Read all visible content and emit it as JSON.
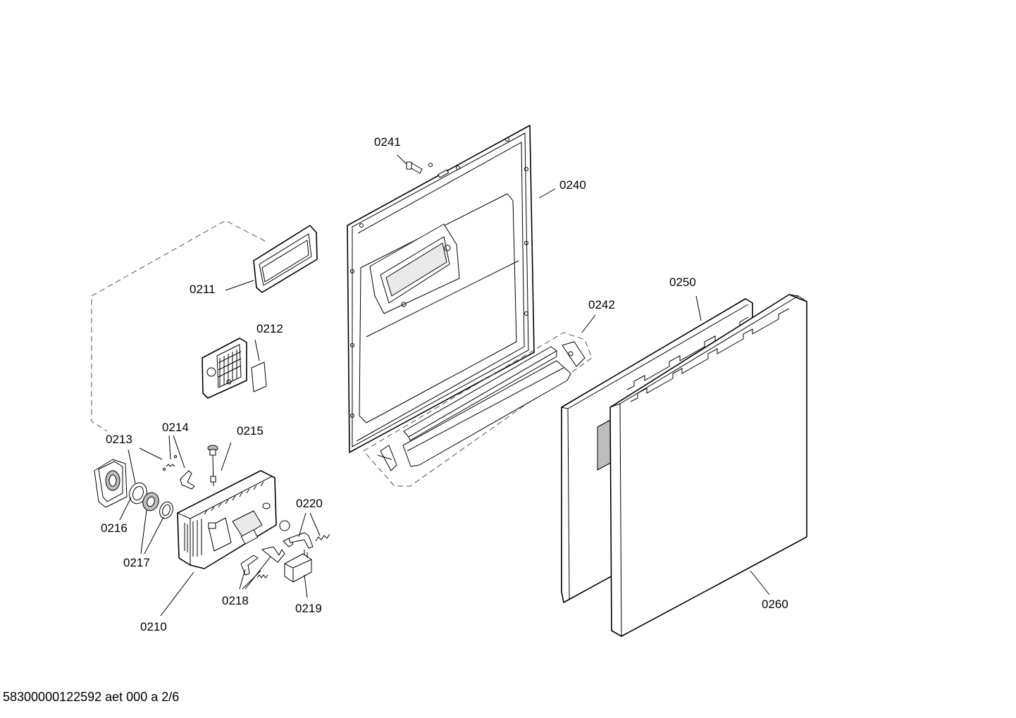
{
  "footer_text": "58300000122592 aet 000 a 2/6",
  "parts": {
    "p0210": "0210",
    "p0211": "0211",
    "p0212": "0212",
    "p0213": "0213",
    "p0214": "0214",
    "p0215": "0215",
    "p0216": "0216",
    "p0217": "0217",
    "p0218": "0218",
    "p0219": "0219",
    "p0220": "0220",
    "p0240": "0240",
    "p0241": "0241",
    "p0242": "0242",
    "p0250": "0250",
    "p0260": "0260"
  }
}
